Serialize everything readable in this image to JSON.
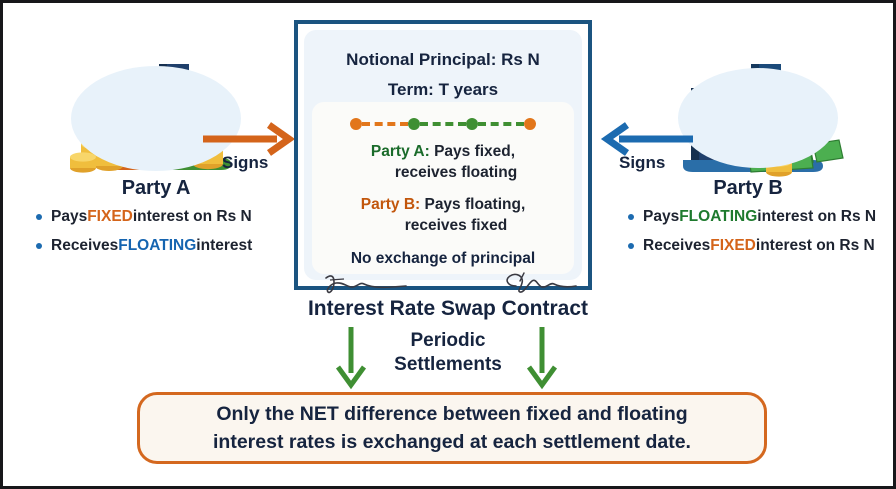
{
  "colors": {
    "navy": "#16243f",
    "orange": "#d4641a",
    "blue": "#1564b0",
    "green": "#1e7a2e",
    "card_border": "#1b5480",
    "banner_border": "#d4681f",
    "banner_fill": "#fbf6ef",
    "arrow_left": "#d4641a",
    "arrow_right": "#1c6bb0",
    "arrow_down": "#3f8f33",
    "timeline_orange": "#e2761b",
    "timeline_green": "#3f8f33"
  },
  "party_a": {
    "name": "Party A",
    "illustration": "office-buildings-with-gold-coins",
    "bullets": [
      {
        "pre": "Pays ",
        "hl": "FIXED",
        "hl_color": "orange",
        "post": " interest on Rs N"
      },
      {
        "pre": "Receives ",
        "hl": "FLOATING",
        "hl_color": "blue",
        "post": " interest"
      }
    ],
    "signs_label": "Signs",
    "arrow_direction": "right"
  },
  "party_b": {
    "name": "Party B",
    "illustration": "office-buildings-with-banknotes-and-coins",
    "bullets": [
      {
        "pre": "Pays ",
        "hl": "FLOATING",
        "hl_color": "green",
        "post": " interest on Rs N"
      },
      {
        "pre": "Receives ",
        "hl": "FIXED",
        "hl_color": "orange",
        "post": " interest on Rs N"
      }
    ],
    "signs_label": "Signs",
    "arrow_direction": "left"
  },
  "contract": {
    "notional_line": "Notional Principal: Rs N",
    "term_line": "Term: T years",
    "timeline": {
      "nodes": [
        "orange",
        "green",
        "green",
        "orange"
      ],
      "segments": [
        "orange",
        "green",
        "green"
      ]
    },
    "party_a_label": "Party A:",
    "party_a_text_line1": " Pays fixed,",
    "party_a_text_line2": "receives floating",
    "party_b_label": "Party B:",
    "party_b_text_line1": " Pays floating,",
    "party_b_text_line2": "receives fixed",
    "no_exchange": "No exchange of principal",
    "signature_left": "signature-mark-left",
    "signature_right": "signature-mark-right",
    "caption": "Interest Rate Swap Contract"
  },
  "flow": {
    "periodic_line1": "Periodic",
    "periodic_line2": "Settlements"
  },
  "banner": {
    "line1": "Only the NET difference between fixed and floating",
    "line2": "interest rates is exchanged at each settlement date."
  }
}
